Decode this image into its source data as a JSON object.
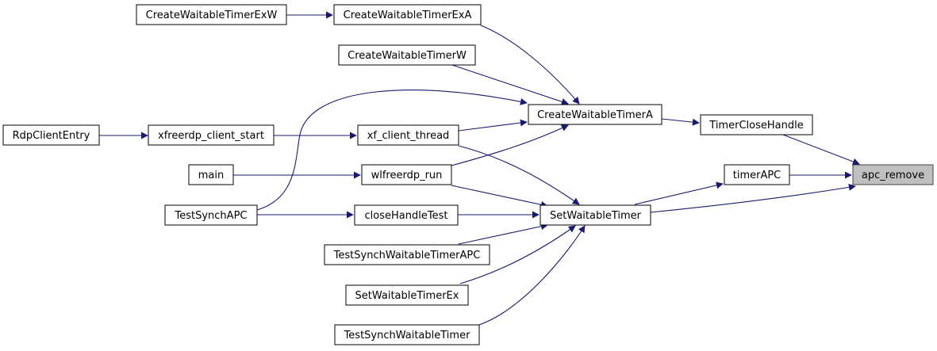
{
  "graph": {
    "nodes": {
      "rdpcliententry": "RdpClientEntry",
      "xfreerdp_client_start": "xfreerdp_client_start",
      "xf_client_thread": "xf_client_thread",
      "main": "main",
      "wlfreerdp_run": "wlfreerdp_run",
      "testsynchapc": "TestSynchAPC",
      "closehandletest": "closeHandleTest",
      "createwaitabletimerexw": "CreateWaitableTimerExW",
      "createwaitabletimerexa": "CreateWaitableTimerExA",
      "createwaitabletimerw": "CreateWaitableTimerW",
      "createwaitabletimera": "CreateWaitableTimerA",
      "timerclosehandle": "TimerCloseHandle",
      "timerapc": "timerAPC",
      "setwaitabletimer": "SetWaitableTimer",
      "testsynchwaitabletimerapc": "TestSynchWaitableTimerAPC",
      "setwaitabletimerex": "SetWaitableTimerEx",
      "testsynchwaitabletimer": "TestSynchWaitableTimer",
      "apc_remove": "apc_remove"
    },
    "current_node": "apc_remove",
    "edges": [
      [
        "rdpcliententry",
        "xfreerdp_client_start"
      ],
      [
        "xfreerdp_client_start",
        "xf_client_thread"
      ],
      [
        "main",
        "wlfreerdp_run"
      ],
      [
        "testsynchapc",
        "closehandletest"
      ],
      [
        "testsynchapc",
        "createwaitabletimera"
      ],
      [
        "createwaitabletimerexw",
        "createwaitabletimerexa"
      ],
      [
        "createwaitabletimerexa",
        "createwaitabletimera"
      ],
      [
        "createwaitabletimerw",
        "createwaitabletimera"
      ],
      [
        "xf_client_thread",
        "createwaitabletimera"
      ],
      [
        "wlfreerdp_run",
        "createwaitabletimera"
      ],
      [
        "xf_client_thread",
        "setwaitabletimer"
      ],
      [
        "wlfreerdp_run",
        "setwaitabletimer"
      ],
      [
        "closehandletest",
        "setwaitabletimer"
      ],
      [
        "testsynchwaitabletimerapc",
        "setwaitabletimer"
      ],
      [
        "setwaitabletimerex",
        "setwaitabletimer"
      ],
      [
        "testsynchwaitabletimer",
        "setwaitabletimer"
      ],
      [
        "createwaitabletimera",
        "timerclosehandle"
      ],
      [
        "setwaitabletimer",
        "timerapc"
      ],
      [
        "timerclosehandle",
        "apc_remove"
      ],
      [
        "timerapc",
        "apc_remove"
      ],
      [
        "setwaitabletimer",
        "apc_remove"
      ]
    ],
    "colors": {
      "edge": "#191970",
      "node_border": "#000000",
      "current_fill": "#bfbfbf"
    }
  }
}
